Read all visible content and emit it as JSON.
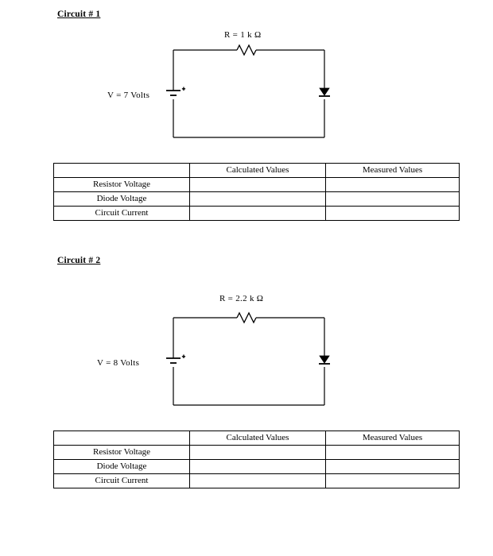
{
  "document": {
    "page_background": "#ffffff",
    "ink_color": "#000000"
  },
  "sections": [
    {
      "heading": "Circuit # 1",
      "circuit": {
        "resistor_label": "R = 1 k Ω",
        "source_label": "V = 7 Volts",
        "battery_polarity": "+",
        "components": [
          "resistor",
          "battery",
          "diode"
        ],
        "topology": "series-loop"
      },
      "table": {
        "headers": [
          "",
          "Calculated Values",
          "Measured Values"
        ],
        "rows": [
          {
            "label": "Resistor Voltage",
            "calculated": "",
            "measured": ""
          },
          {
            "label": "Diode Voltage",
            "calculated": "",
            "measured": ""
          },
          {
            "label": "Circuit Current",
            "calculated": "",
            "measured": ""
          }
        ]
      }
    },
    {
      "heading": "Circuit # 2",
      "circuit": {
        "resistor_label": "R =  2.2 k Ω",
        "source_label": "V = 8 Volts",
        "battery_polarity": "+",
        "components": [
          "resistor",
          "battery",
          "diode"
        ],
        "topology": "series-loop"
      },
      "table": {
        "headers": [
          "",
          "Calculated Values",
          "Measured Values"
        ],
        "rows": [
          {
            "label": "Resistor Voltage",
            "calculated": "",
            "measured": ""
          },
          {
            "label": "Diode Voltage",
            "calculated": "",
            "measured": ""
          },
          {
            "label": "Circuit Current",
            "calculated": "",
            "measured": ""
          }
        ]
      }
    }
  ]
}
